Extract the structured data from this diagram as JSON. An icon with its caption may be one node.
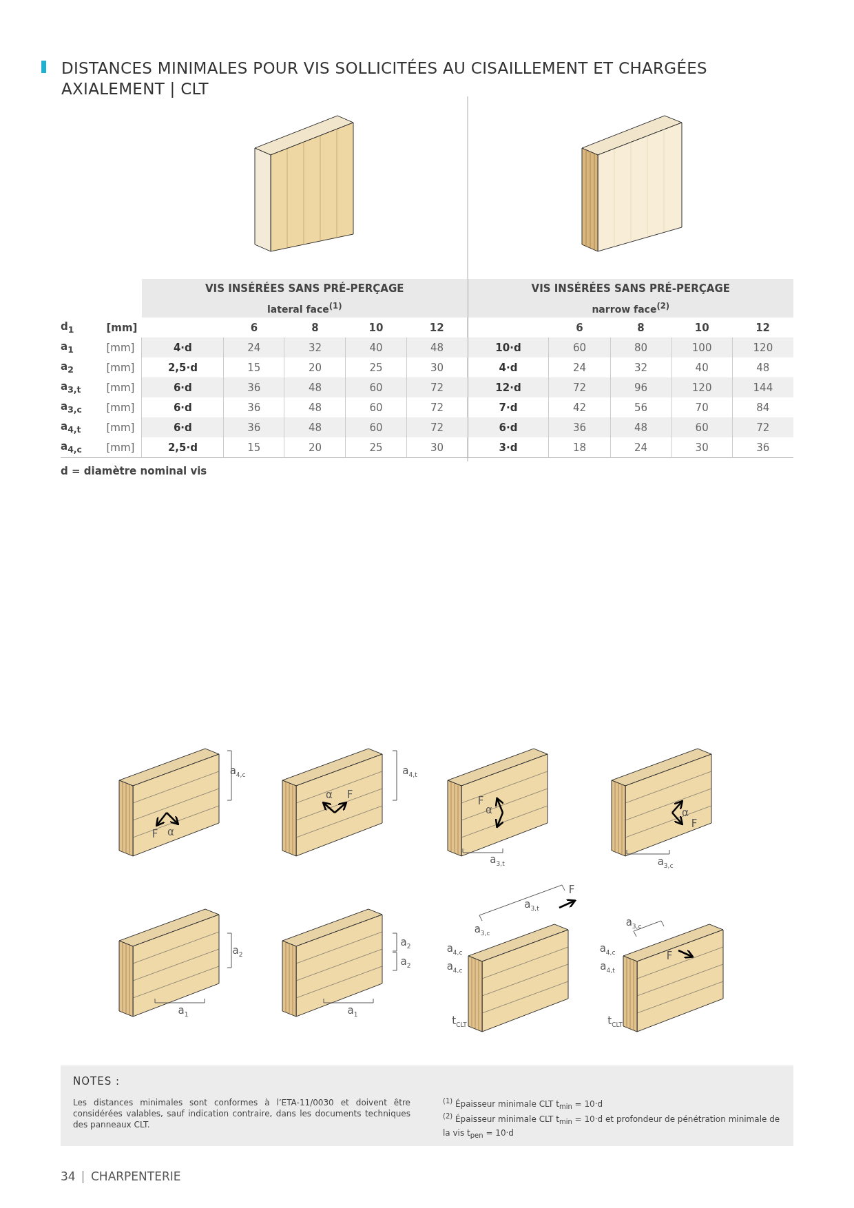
{
  "diagram": {
    "title": "DISTANCES MINIMALES POUR VIS SOLLICITÉES AU CISAILLEMENT ET CHARGÉES AXIALEMENT | CLT",
    "labels": [
      "VIS INSÉRÉES SANS PRÉ-PERÇAGE",
      "lateral face$^{(1)}$",
      "VIS INSÉRÉES SANS PRÉ-PERÇAGE",
      "narrow face$^{(2)}$",
      "d$_{1}$",
      "[mm]",
      "6",
      "8",
      "10",
      "12",
      "6",
      "8",
      "10",
      "12",
      "a$_{1}$",
      "[mm]",
      "4·d",
      "24",
      "32",
      "40",
      "48",
      "10·d",
      "60",
      "80",
      "100",
      "120",
      "a$_{2}$",
      "[mm]",
      "2,5·d",
      "15",
      "20",
      "25",
      "30",
      "4·d",
      "24",
      "32",
      "40",
      "48",
      "a$_{3,t}$",
      "[mm]",
      "6·d",
      "36",
      "48",
      "60",
      "72",
      "12·d",
      "72",
      "96",
      "120",
      "144",
      "a$_{3,c}$",
      "[mm]",
      "6·d",
      "36",
      "48",
      "60",
      "72",
      "7·d",
      "42",
      "56",
      "70",
      "84",
      "a$_{4,t}$",
      "[mm]",
      "6·d",
      "36",
      "48",
      "60",
      "72",
      "6·d",
      "36",
      "48",
      "60",
      "72",
      "a$_{4,c}$",
      "[mm]",
      "2,5·d",
      "15",
      "20",
      "25",
      "30",
      "3·d",
      "18",
      "24",
      "30",
      "36",
      "d = diamètre nominal vis",
      "a$_{4,c}$",
      "F",
      "α",
      "a$_{4,t}$",
      "α",
      "F",
      "F",
      "α",
      "a$_{3,t}$",
      "α",
      "F",
      "a$_{3,c}$",
      "a$_{2}$",
      "a$_{1}$",
      "a$_{2}$",
      "a$_{2}$",
      "a$_{1}$",
      "a$_{3,t}$",
      "F",
      "a$_{3,c}$",
      "a$_{4,c}$",
      "a$_{4,c}$",
      "t$_{CLT}$",
      "a$_{3,c}$",
      "a$_{4,c}$",
      "F",
      "a$_{4,t}$",
      "t$_{CLT}$",
      "NOTES :",
      "Les distances minimales sont conformes à l’ETA-11/0030 et doivent être considérées valables, sauf indication contraire, dans les documents techniques des panneaux CLT.",
      "$^{(1)}$ Épaisseur minimale CLT t$_{min}$ = 10·d",
      "$^{(2)}$ Épaisseur minimale CLT t$_{min}$ = 10·d et profondeur de pénétration minimale de la vis t$_{pen}$ = 10·d",
      "34",
      "CHARPENTERIE"
    ]
  }
}
